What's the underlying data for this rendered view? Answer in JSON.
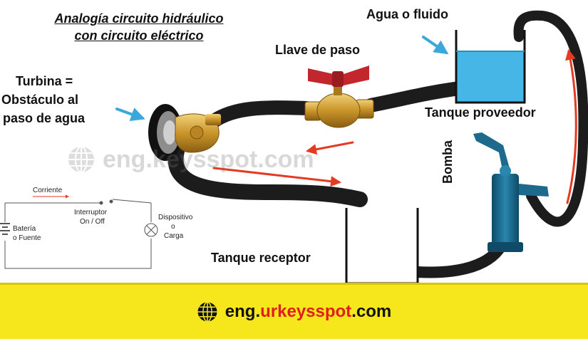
{
  "title": {
    "line1": "Analogía circuito hidráulico",
    "line2": "con circuito eléctrico"
  },
  "labels": {
    "agua": "Agua o fluido",
    "llave": "Llave de paso",
    "turbina_1": "Turbina =",
    "turbina_2": "Obstáculo al",
    "turbina_3": "paso de agua",
    "tanque_proveedor": "Tanque proveedor",
    "tanque_receptor": "Tanque receptor",
    "bomba": "Bomba"
  },
  "circuit": {
    "corriente": "Corriente",
    "interruptor_1": "Interruptor",
    "interruptor_2": "On / Off",
    "bateria_1": "Batería",
    "bateria_2": "o Fuente",
    "dispositivo_1": "Dispositivo",
    "dispositivo_2": "o",
    "dispositivo_3": "Carga"
  },
  "watermark": {
    "prefix": "eng.",
    "suffix": "keysspot.com"
  },
  "banner": {
    "prefix": "eng.",
    "highlight": "urkeysspot",
    "suffix": ".com"
  },
  "colors": {
    "water": "#46b6e6",
    "arrow_red": "#e53a22",
    "hose": "#1c1c1c",
    "brass": "#c9952a",
    "valve_handle": "#c1272d",
    "pump": "#1e6a8c",
    "banner_yellow": "#f6e61c",
    "url_red": "#e01e1e",
    "pointer_blue": "#3aa8dc"
  },
  "icons": [
    "globe-icon",
    "valve-icon",
    "pump-icon",
    "turbine-icon",
    "battery-icon",
    "lamp-icon",
    "switch-icon"
  ]
}
